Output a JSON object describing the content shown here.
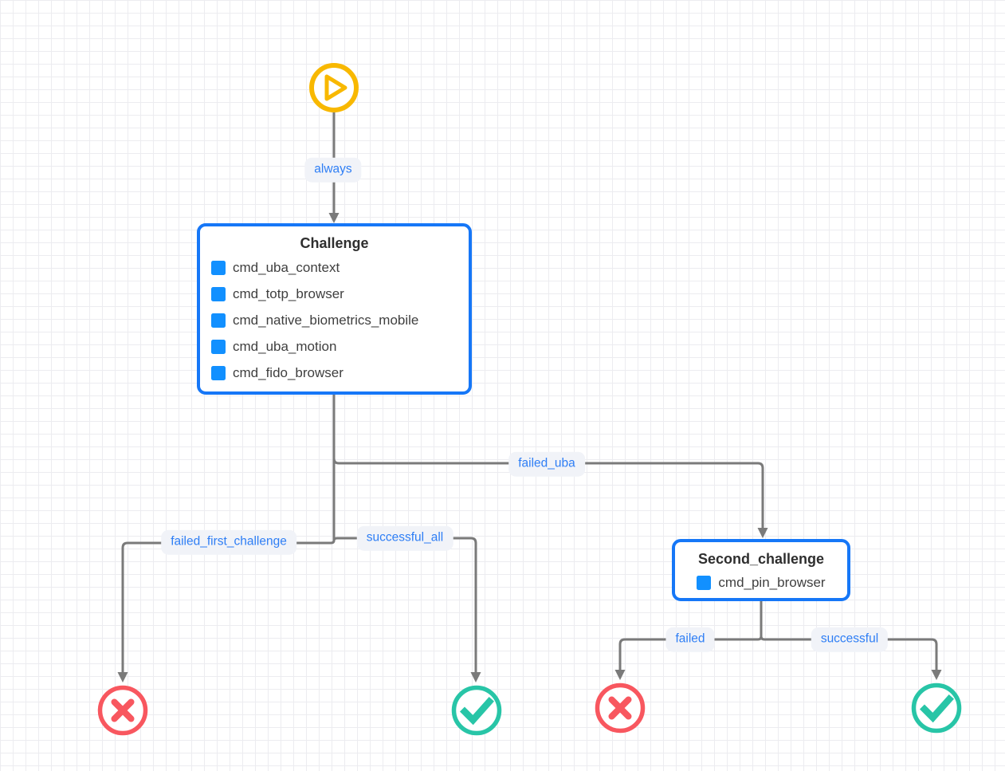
{
  "diagram": {
    "nodes": {
      "start": {
        "icon": "play"
      },
      "challenge": {
        "title": "Challenge",
        "commands": [
          "cmd_uba_context",
          "cmd_totp_browser",
          "cmd_native_biometrics_mobile",
          "cmd_uba_motion",
          "cmd_fido_browser"
        ]
      },
      "second_challenge": {
        "title": "Second_challenge",
        "commands": [
          "cmd_pin_browser"
        ]
      },
      "end_fail_first_challenge": {
        "icon": "x-mark"
      },
      "end_success_first_challenge": {
        "icon": "check-mark"
      },
      "end_fail_second_challenge": {
        "icon": "x-mark"
      },
      "end_success_second_challenge": {
        "icon": "check-mark"
      }
    },
    "edge_labels": {
      "start_to_challenge": "always",
      "challenge_to_second_challenge": "failed_uba",
      "challenge_to_fail": "failed_first_challenge",
      "challenge_to_success": "successful_all",
      "second_challenge_to_fail": "failed",
      "second_challenge_to_success": "successful"
    },
    "colors": {
      "node-border-blue": "#1677f7",
      "command-icon-blue": "#1290ff",
      "edge-gray": "#7a7a7a",
      "label-text-blue": "#2e7ef5",
      "label-bg": "#f1f3f8",
      "start-yellow": "#f8b800",
      "fail-red": "#f8575f",
      "success-teal": "#28c5a7",
      "grid-line": "#ececf0",
      "canvas-bg": "#ffffff"
    }
  }
}
